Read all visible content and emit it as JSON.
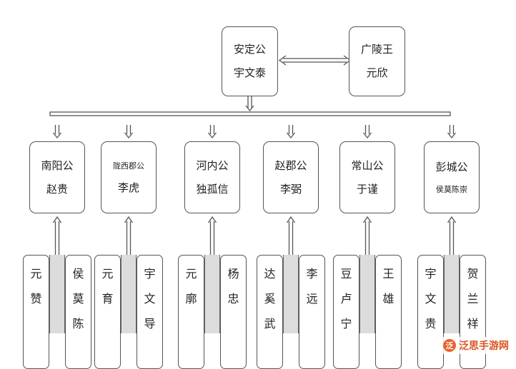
{
  "top": {
    "left": {
      "line1": "安定公",
      "line2": "宇文泰"
    },
    "right": {
      "line1": "广陵王",
      "line2": "元欣"
    }
  },
  "pillars": [
    {
      "line1": "南阳公",
      "line2": "赵贵",
      "small1": false,
      "small2": false,
      "subs": [
        [
          "元",
          "赞"
        ],
        [
          "侯",
          "莫",
          "陈"
        ]
      ]
    },
    {
      "line1": "陇西郡公",
      "line2": "李虎",
      "small1": true,
      "small2": false,
      "subs": [
        [
          "元",
          "育"
        ],
        [
          "宇",
          "文",
          "导"
        ]
      ]
    },
    {
      "line1": "河内公",
      "line2": "独孤信",
      "small1": false,
      "small2": false,
      "subs": [
        [
          "元",
          "廓"
        ],
        [
          "杨",
          "忠"
        ]
      ]
    },
    {
      "line1": "赵郡公",
      "line2": "李弼",
      "small1": false,
      "small2": false,
      "subs": [
        [
          "达",
          "奚",
          "武"
        ],
        [
          "李",
          "远"
        ]
      ]
    },
    {
      "line1": "常山公",
      "line2": "于谨",
      "small1": false,
      "small2": false,
      "subs": [
        [
          "豆",
          "卢",
          "宁"
        ],
        [
          "王",
          "雄"
        ]
      ]
    },
    {
      "line1": "彭城公",
      "line2": "侯莫陈崇",
      "small1": false,
      "small2": true,
      "subs": [
        [
          "宇",
          "文",
          "贵"
        ],
        [
          "贺",
          "兰",
          "祥"
        ]
      ]
    }
  ],
  "watermark": {
    "text": "泛思手游网"
  }
}
